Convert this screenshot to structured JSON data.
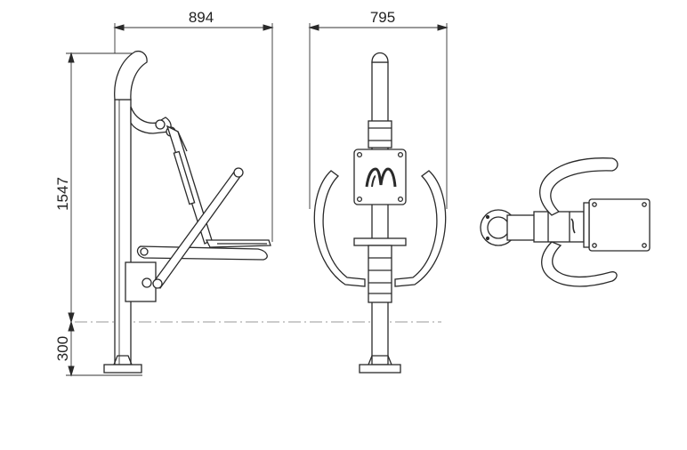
{
  "dimensions": {
    "side_width": "894",
    "front_width": "795",
    "height": "1547",
    "foundation_depth": "300"
  },
  "logo": {
    "description": "stylized double-peak brand mark on seat back plate"
  }
}
